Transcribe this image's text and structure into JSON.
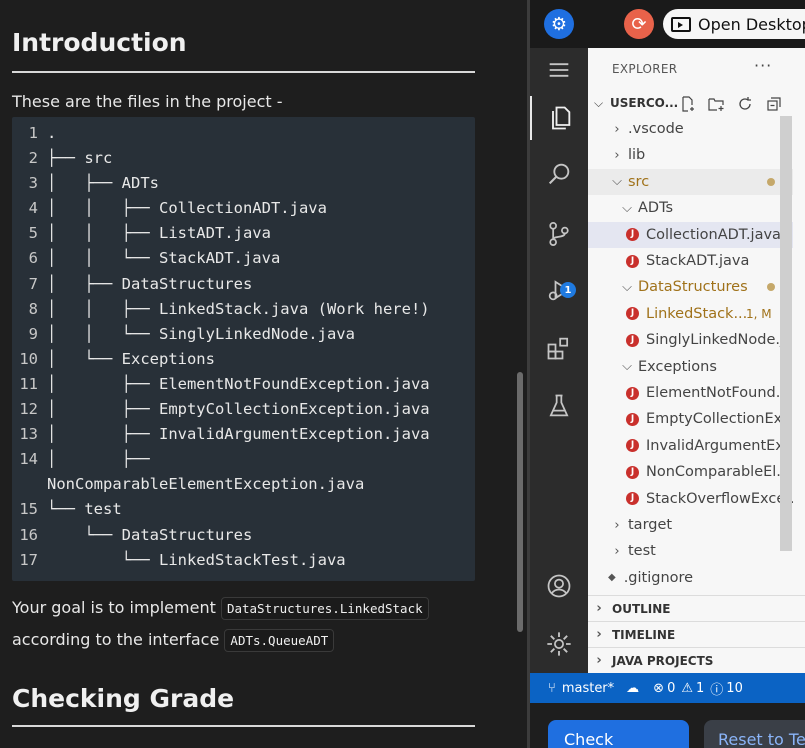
{
  "instructions": {
    "intro_title": "Introduction",
    "intro_text": "These are the files in the project -",
    "code_lines": [
      {
        "n": "1",
        "t": "."
      },
      {
        "n": "2",
        "t": "├── src"
      },
      {
        "n": "3",
        "t": "│   ├── ADTs"
      },
      {
        "n": "4",
        "t": "│   │   ├── CollectionADT.java"
      },
      {
        "n": "5",
        "t": "│   │   ├── ListADT.java"
      },
      {
        "n": "6",
        "t": "│   │   └── StackADT.java"
      },
      {
        "n": "7",
        "t": "│   ├── DataStructures"
      },
      {
        "n": "8",
        "t": "│   │   ├── LinkedStack.java (Work here!)"
      },
      {
        "n": "9",
        "t": "│   │   └── SinglyLinkedNode.java"
      },
      {
        "n": "10",
        "t": "│   └── Exceptions"
      },
      {
        "n": "11",
        "t": "│       ├── ElementNotFoundException.java"
      },
      {
        "n": "12",
        "t": "│       ├── EmptyCollectionException.java"
      },
      {
        "n": "13",
        "t": "│       ├── InvalidArgumentException.java"
      },
      {
        "n": "14",
        "t": "│       ├──"
      },
      {
        "n": "",
        "t": "NonComparableElementException.java"
      },
      {
        "n": "15",
        "t": "└── test"
      },
      {
        "n": "16",
        "t": "    └── DataStructures"
      },
      {
        "n": "17",
        "t": "        └── LinkedStackTest.java"
      }
    ],
    "goal_prefix": "Your goal is to implement",
    "goal_code": "DataStructures.LinkedStack",
    "goal_middle": "according to the interface",
    "goal_code2": "ADTs.QueueADT",
    "grade_title": "Checking Grade"
  },
  "topbar": {
    "open_desktop_label": "Open Desktop"
  },
  "explorer": {
    "header": "EXPLORER",
    "more": "···",
    "workspace": "USERCO...",
    "items": [
      {
        "label": ".vscode"
      },
      {
        "label": "lib"
      },
      {
        "label": "src"
      },
      {
        "label": "ADTs"
      },
      {
        "label": "CollectionADT.java"
      },
      {
        "label": "StackADT.java"
      },
      {
        "label": "DataStructures"
      },
      {
        "label": "LinkedStack...",
        "badge": "1, M"
      },
      {
        "label": "SinglyLinkedNode.j..."
      },
      {
        "label": "Exceptions"
      },
      {
        "label": "ElementNotFound..."
      },
      {
        "label": "EmptyCollectionEx..."
      },
      {
        "label": "InvalidArgumentEx..."
      },
      {
        "label": "NonComparableEl..."
      },
      {
        "label": "StackOverflowExce..."
      },
      {
        "label": "target"
      },
      {
        "label": "test"
      },
      {
        "label": ".gitignore"
      }
    ],
    "sections": [
      "OUTLINE",
      "TIMELINE",
      "JAVA PROJECTS"
    ]
  },
  "activity": {
    "scm_badge": "1"
  },
  "status": {
    "branch": "master*",
    "errors": "0",
    "warnings": "1",
    "info": "10"
  },
  "buttons": {
    "check": "Check Answer",
    "reset": "Reset to Template"
  },
  "colors": {
    "accent": "#1f6fe0",
    "statusbar": "#0b63c4",
    "java_icon": "#c9302c",
    "modified": "#a0721a"
  }
}
